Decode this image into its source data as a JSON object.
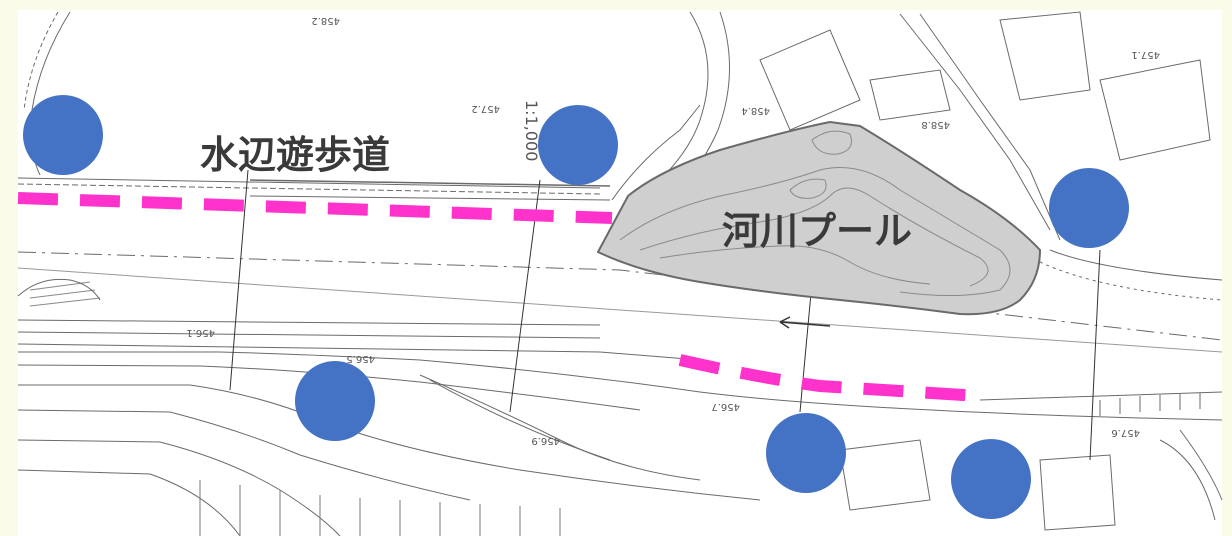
{
  "map": {
    "labels": {
      "promenade": "水辺遊歩道",
      "river_pool": "河川プール"
    },
    "scale_text": "1:1,000",
    "elevation_marks": [
      "457.2",
      "458.4",
      "458.8",
      "456.1",
      "456.5",
      "456.7",
      "457.6",
      "456.9",
      "458.2",
      "457.1"
    ],
    "markers": [
      {
        "id": "viewpoint-1",
        "color": "#4472c4"
      },
      {
        "id": "viewpoint-2",
        "color": "#4472c4"
      },
      {
        "id": "viewpoint-3",
        "color": "#4472c4"
      },
      {
        "id": "viewpoint-4",
        "color": "#4472c4"
      },
      {
        "id": "viewpoint-5",
        "color": "#4472c4"
      },
      {
        "id": "viewpoint-6",
        "color": "#4472c4"
      }
    ],
    "colors": {
      "background": "#fbfbe9",
      "map_paper": "#ffffff",
      "marker": "#4472c4",
      "path_dash": "#ff33cc",
      "pool_fill": "#cfcfcf",
      "pool_edge": "#6a6a6a",
      "linework": "#666666"
    }
  }
}
